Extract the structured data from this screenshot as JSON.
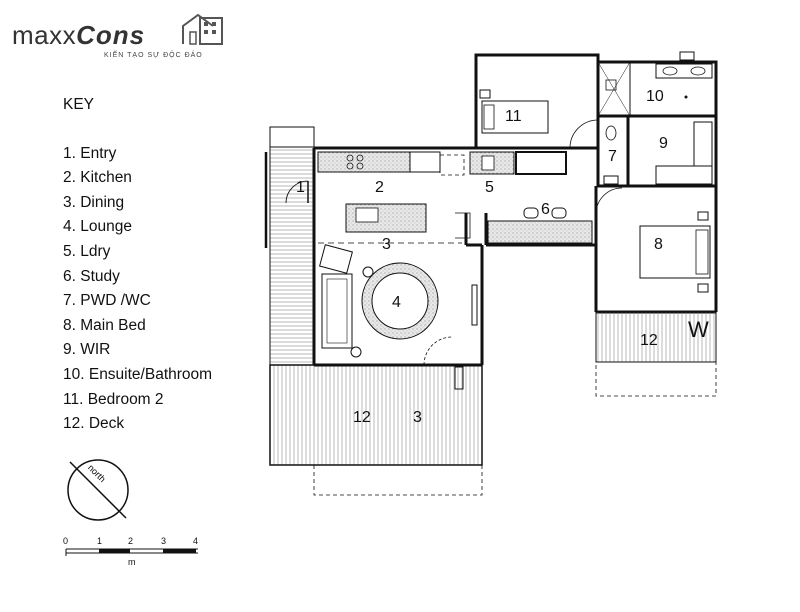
{
  "brand": {
    "name_part1": "maxx",
    "name_part2": "Cons",
    "tagline": "KIẾN TẠO SỰ ĐỘC ĐÁO"
  },
  "key": {
    "title": "KEY",
    "items": [
      "1. Entry",
      "2. Kitchen",
      "3. Dining",
      "4. Lounge",
      "5. Ldry",
      "6. Study",
      "7. PWD /WC",
      "8. Main Bed",
      "9. WIR",
      "10. Ensuite/Bathroom",
      "11. Bedroom 2",
      "12. Deck"
    ]
  },
  "plan_labels": {
    "entry": "1",
    "kitchen": "2",
    "dining": "3",
    "lounge": "4",
    "laundry": "5",
    "study": "6",
    "wc": "7",
    "main_bed": "8",
    "wir": "9",
    "ensuite": "10",
    "bedroom2": "11",
    "deck_right": "12",
    "deck_left": "12",
    "deck_left_3": "3",
    "deck_w": "W"
  },
  "north": {
    "label": "north"
  },
  "scale": {
    "ticks": [
      "0",
      "1",
      "2",
      "3",
      "4"
    ],
    "unit": "m"
  }
}
